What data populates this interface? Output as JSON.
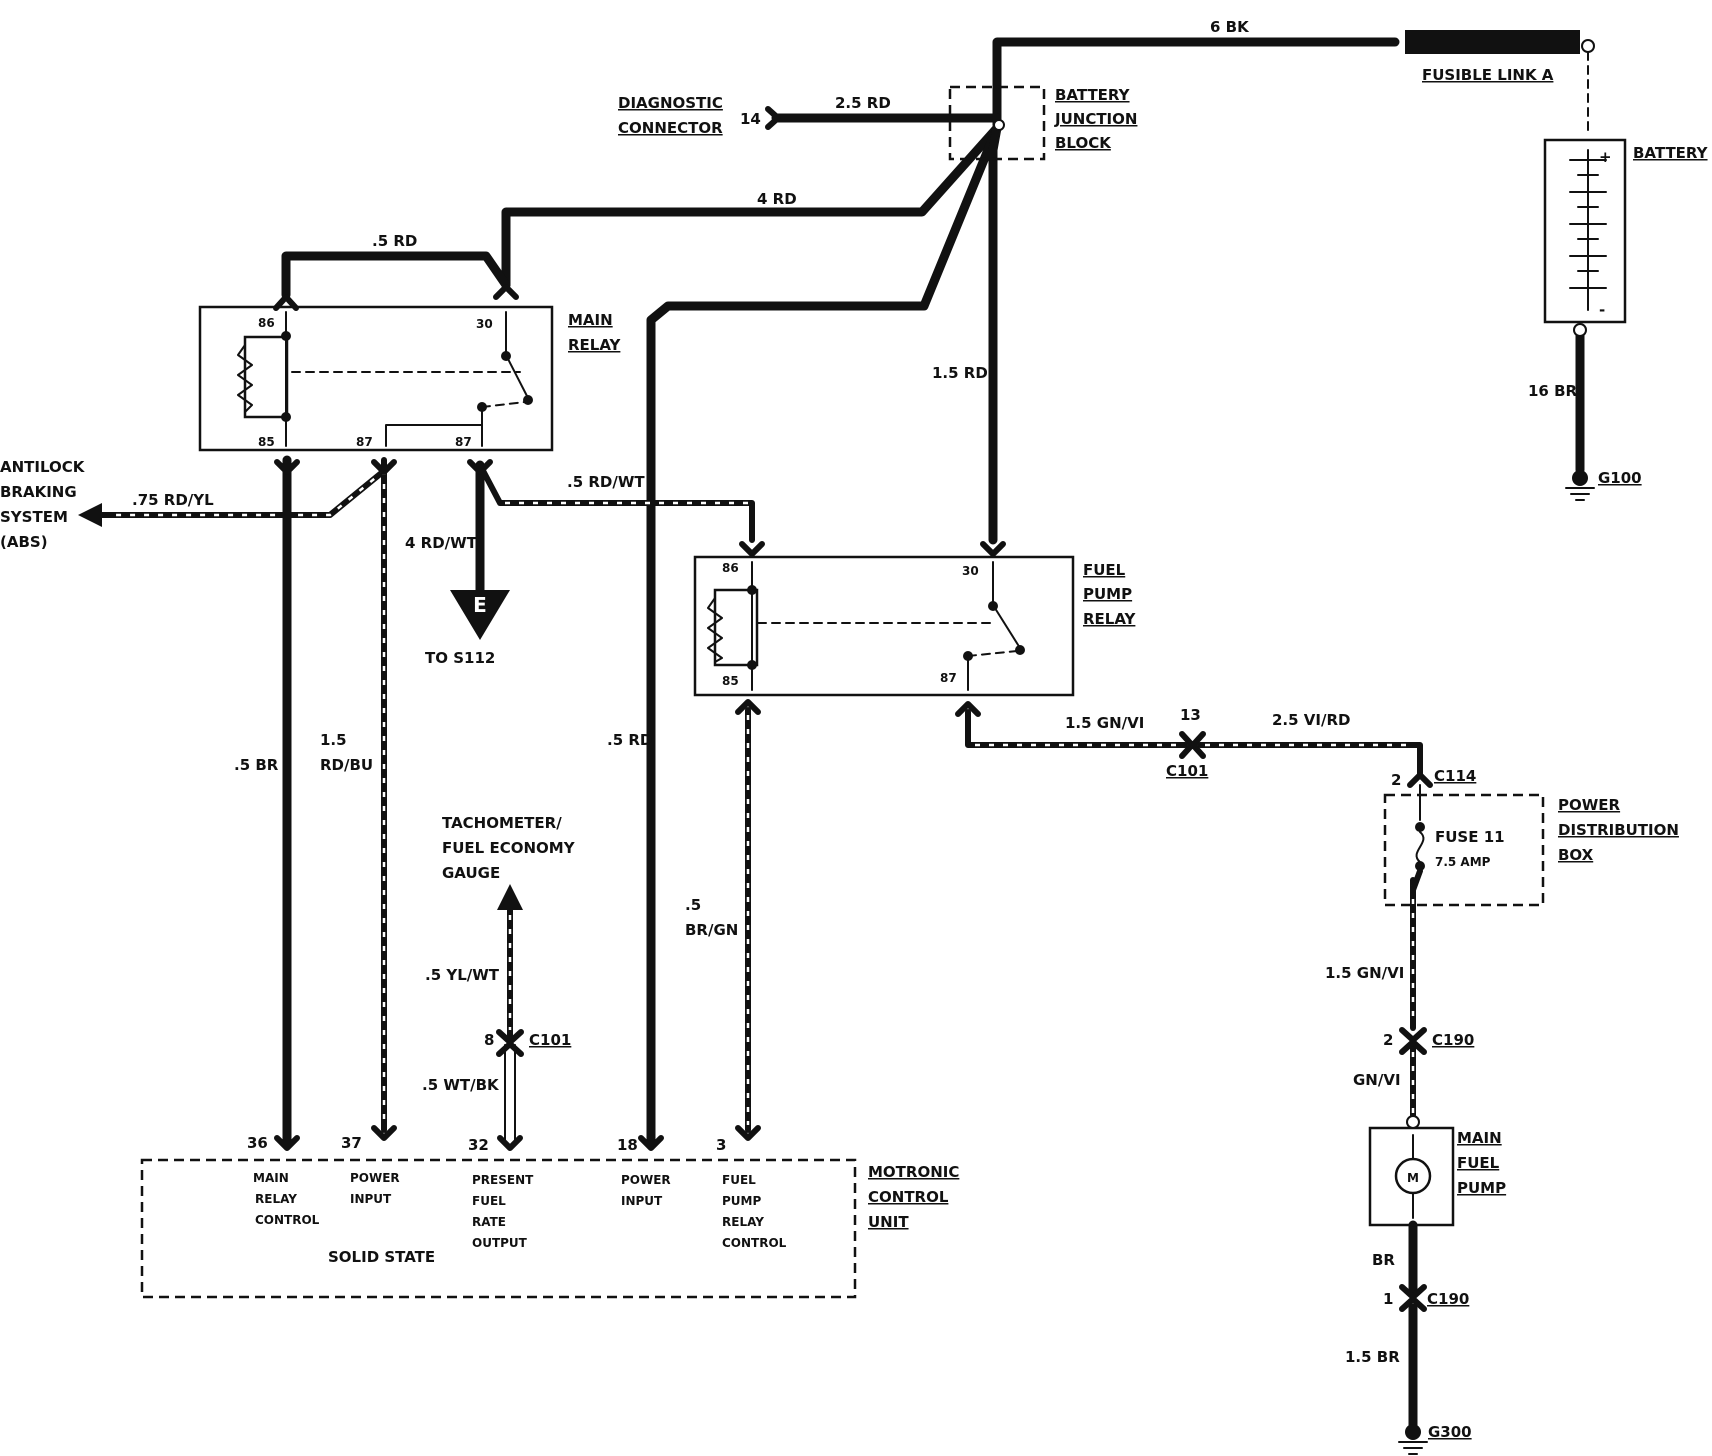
{
  "components": {
    "fusible_link": "FUSIBLE LINK A",
    "battery": "BATTERY",
    "battery_plus": "+",
    "battery_minus": "-",
    "diagnostic_connector": [
      "DIAGNOSTIC",
      "CONNECTOR"
    ],
    "battery_junction_block": [
      "BATTERY",
      "JUNCTION",
      "BLOCK"
    ],
    "main_relay": [
      "MAIN",
      "RELAY"
    ],
    "fuel_pump_relay": [
      "FUEL",
      "PUMP",
      "RELAY"
    ],
    "abs": [
      "ANTILOCK",
      "BRAKING",
      "SYSTEM",
      "(ABS)"
    ],
    "to_s112": "TO S112",
    "connector_e": "E",
    "tachometer": [
      "TACHOMETER/",
      "FUEL ECONOMY",
      "GAUGE"
    ],
    "power_distribution_box": [
      "POWER",
      "DISTRIBUTION",
      "BOX"
    ],
    "fuse": "FUSE 11",
    "fuse_rating": "7.5 AMP",
    "main_fuel_pump": [
      "MAIN",
      "FUEL",
      "PUMP"
    ],
    "motor_symbol": "M",
    "motronic": [
      "MOTRONIC",
      "CONTROL",
      "UNIT"
    ],
    "solid_state": "SOLID STATE"
  },
  "wires": {
    "w6bk": "6 BK",
    "w25rd": "2.5 RD",
    "w4rd": "4 RD",
    "w5rd_top": ".5 RD",
    "w15rd": "1.5 RD",
    "w16br": "16 BR",
    "w75rdyl": ".75 RD/YL",
    "w5rdwt": ".5 RD/WT",
    "w4rdwt": "4 RD/WT",
    "w5br": ".5 BR",
    "w15rdbu": [
      "1.5",
      "RD/BU"
    ],
    "w5rd_mid": ".5 RD",
    "w5brgn": [
      ".5",
      "BR/GN"
    ],
    "w5ylwt": ".5 YL/WT",
    "w5wtbk": ".5 WT/BK",
    "w15gnvi_a": "1.5 GN/VI",
    "w25vird": "2.5 VI/RD",
    "w15gnvi_b": "1.5 GN/VI",
    "wgnvi": "GN/VI",
    "wbr": "BR",
    "w15br": "1.5 BR"
  },
  "connectors": {
    "diag_pin": "14",
    "c101_pin": "13",
    "c101": "C101",
    "c114_pin": "2",
    "c114": "C114",
    "c101b_pin": "8",
    "c101b": "C101",
    "c190a_pin": "2",
    "c190a": "C190",
    "c190b_pin": "1",
    "c190b": "C190"
  },
  "grounds": {
    "g100": "G100",
    "g300": "G300"
  },
  "relay_pins": {
    "main_86": "86",
    "main_85": "85",
    "main_30": "30",
    "main_87a": "87",
    "main_87b": "87",
    "fp_86": "86",
    "fp_85": "85",
    "fp_30": "30",
    "fp_87": "87"
  },
  "ecu_pins": [
    {
      "num": "36",
      "label": [
        "MAIN",
        "RELAY",
        "CONTROL"
      ]
    },
    {
      "num": "37",
      "label": [
        "POWER",
        "INPUT"
      ]
    },
    {
      "num": "32",
      "label": [
        "PRESENT",
        "FUEL",
        "RATE",
        "OUTPUT"
      ]
    },
    {
      "num": "18",
      "label": [
        "POWER",
        "INPUT"
      ]
    },
    {
      "num": "3",
      "label": [
        "FUEL",
        "PUMP",
        "RELAY",
        "CONTROL"
      ]
    }
  ]
}
